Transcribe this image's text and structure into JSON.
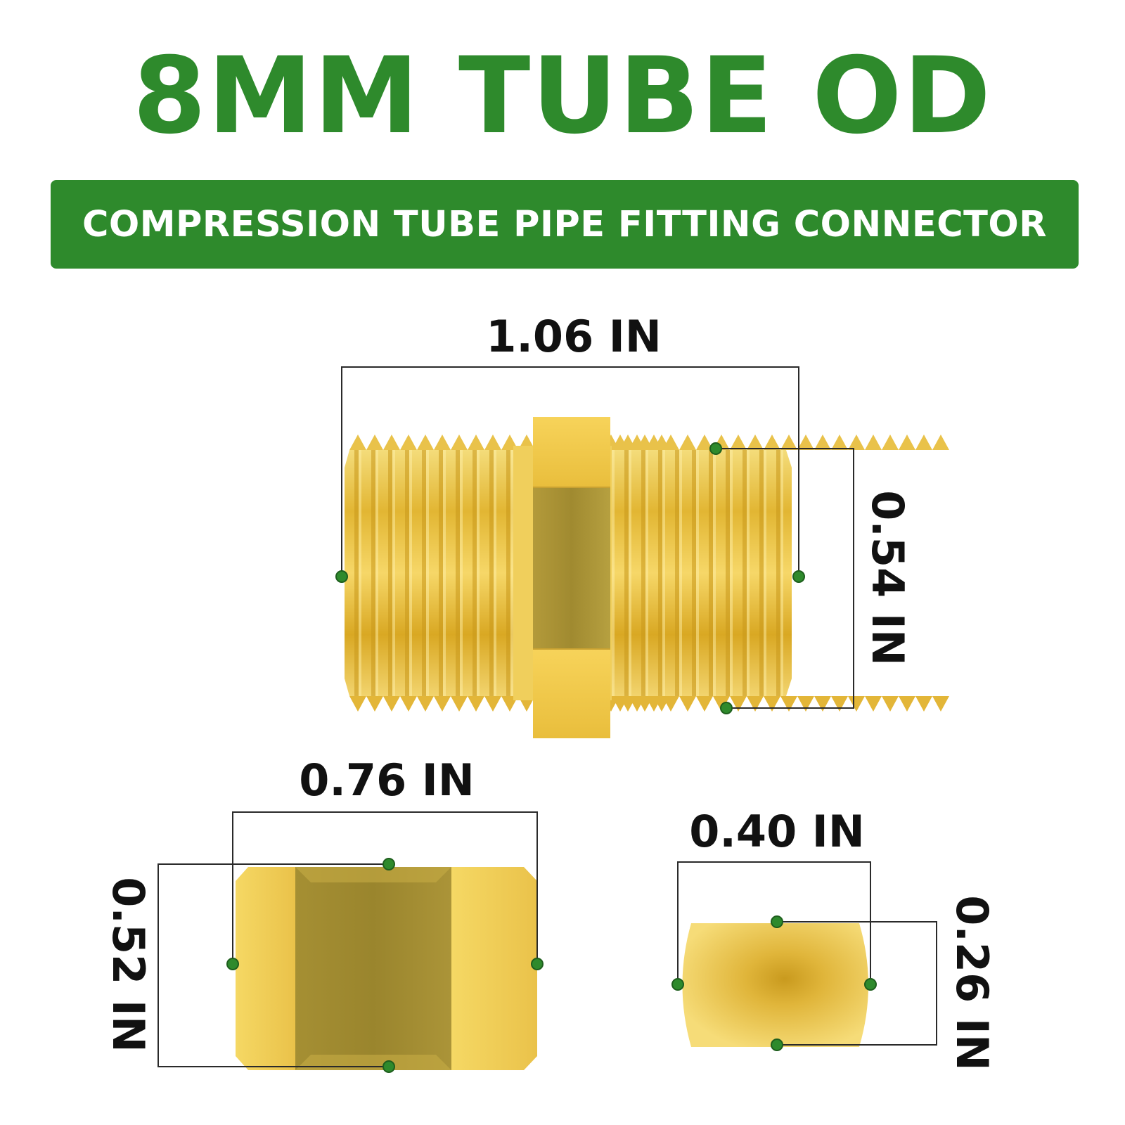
{
  "title": "8MM TUBE OD",
  "banner": "COMPRESSION TUBE PIPE FITTING CONNECTOR",
  "dimensions": {
    "nipple_length": "1.06 IN",
    "nipple_diameter": "0.54 IN",
    "nut_length": "0.76 IN",
    "nut_height": "0.52 IN",
    "sleeve_length": "0.40 IN",
    "sleeve_height": "0.26 IN"
  },
  "colors": {
    "brand_green": "#2e8a2c",
    "brass": "#e7bf3a",
    "dimension_dot": "#2e8a2c"
  }
}
